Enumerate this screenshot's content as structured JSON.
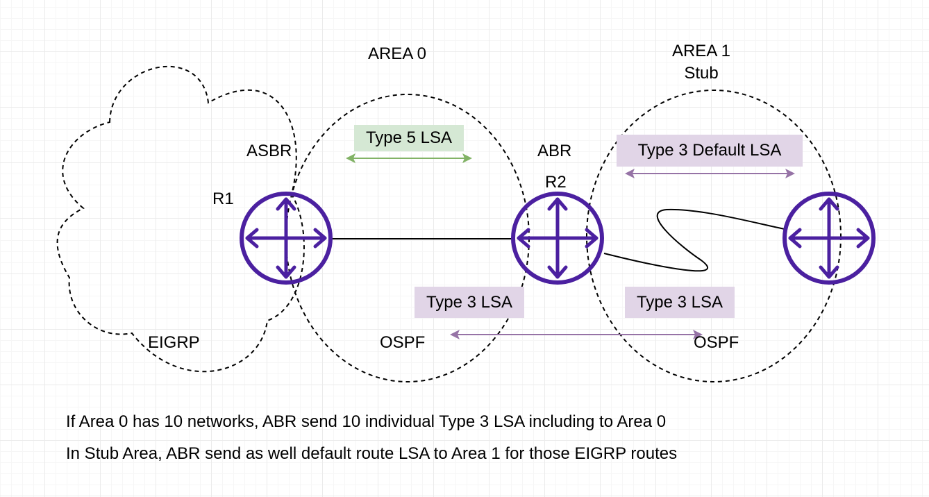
{
  "areas": {
    "area0_title": "AREA 0",
    "area1_title_line1": "AREA 1",
    "area1_title_line2": "Stub",
    "eigrp_label": "EIGRP",
    "ospf_area0_label": "OSPF",
    "ospf_area1_label": "OSPF"
  },
  "routers": {
    "r1_name": "R1",
    "r1_role": "ASBR",
    "r2_name": "R2",
    "r2_role": "ABR"
  },
  "lsa_labels": {
    "type5": "Type 5 LSA",
    "type3_default": "Type 3 Default LSA",
    "type3_area0": "Type 3 LSA",
    "type3_area1": "Type 3 LSA"
  },
  "notes": {
    "line1": "If Area 0 has 10 networks, ABR send 10 individual Type 3 LSA including to Area 0",
    "line2": "In Stub Area, ABR send as well default route LSA to Area 1 for those EIGRP routes"
  },
  "colors": {
    "router_purple": "#4b20a0",
    "type5_box": "#d5e8d4",
    "type5_arrow": "#82b366",
    "type3_box": "#e1d5e7",
    "type3_arrow": "#9673a6"
  },
  "icons": [
    "router-icon"
  ]
}
